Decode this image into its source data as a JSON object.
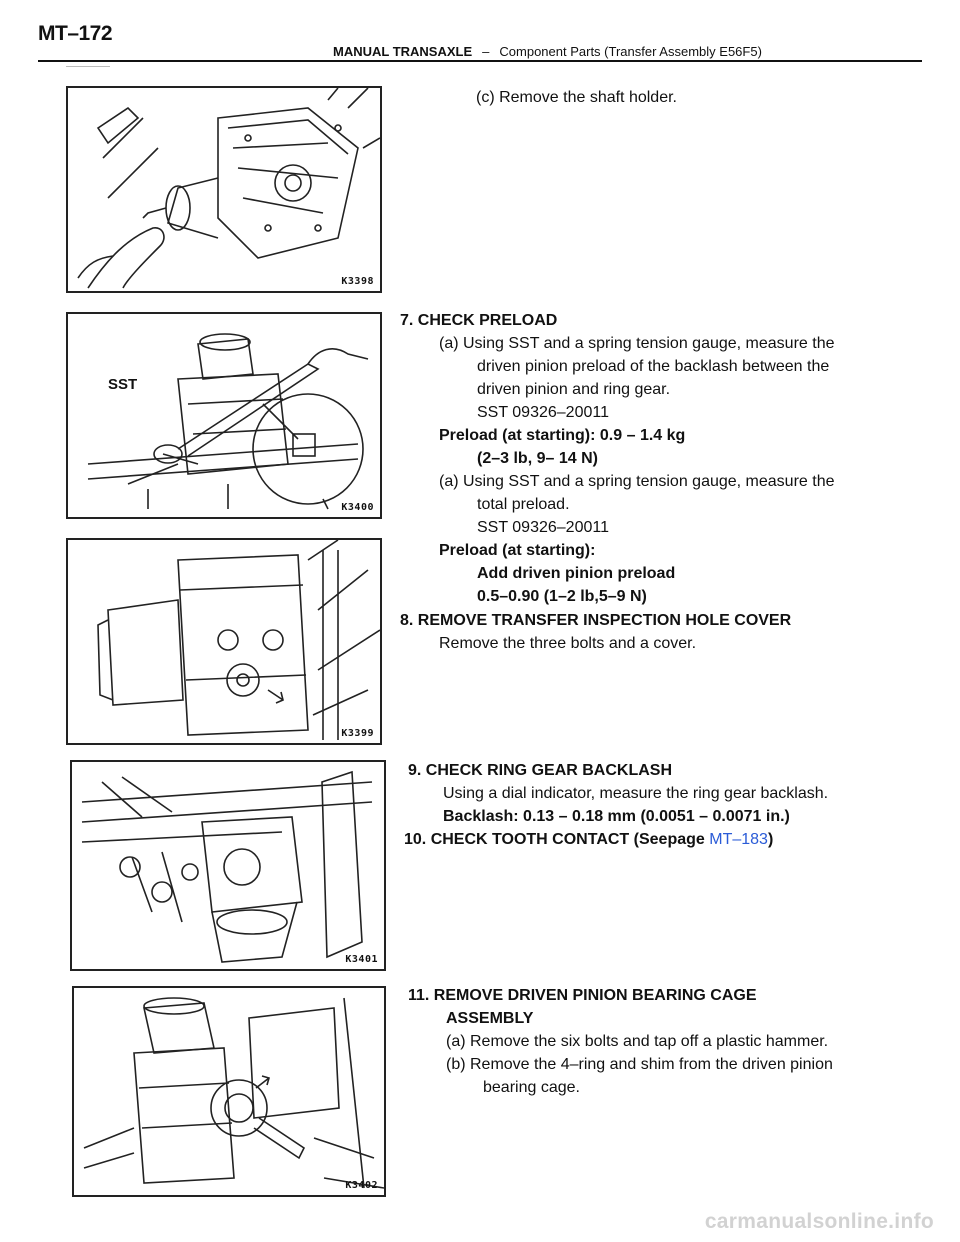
{
  "page_number": "MT–172",
  "header": {
    "section": "MANUAL TRANSAXLE",
    "separator": "–",
    "subsection": "Component Parts (Transfer Assembly E56F5)"
  },
  "figures": [
    {
      "code": "K3398"
    },
    {
      "code": "K3400",
      "label": "SST"
    },
    {
      "code": "K3399"
    },
    {
      "code": "K3401"
    },
    {
      "code": "K3402"
    }
  ],
  "steps": {
    "s6c": "(c) Remove the shaft holder.",
    "s7": {
      "title": "7. CHECK PRELOAD",
      "a1_line1": "(a) Using SST and a spring tension gauge, measure the",
      "a1_line2": "driven pinion preload of the backlash between the",
      "a1_line3": "driven pinion and ring gear.",
      "a1_sst": "SST  09326–20011",
      "spec1_line1": "Preload (at starting): 0.9 – 1.4 kg",
      "spec1_line2": "(2–3 lb, 9– 14 N)",
      "a2_line1": "(a) Using SST and a spring tension gauge, measure the",
      "a2_line2": "total preload.",
      "a2_sst": "SST  09326–20011",
      "spec2_line1": "Preload (at starting):",
      "spec2_line2": "Add driven pinion preload",
      "spec2_line3": "0.5–0.90 (1–2 lb,5–9 N)"
    },
    "s8": {
      "title": "8. REMOVE TRANSFER INSPECTION HOLE COVER",
      "body": "Remove the three bolts and a cover."
    },
    "s9": {
      "title": "9. CHECK RING GEAR BACKLASH",
      "body": "Using a dial indicator, measure the ring gear backlash.",
      "spec": "Backlash: 0.13 – 0.18 mm (0.0051 – 0.0071 in.)"
    },
    "s10": {
      "title_prefix": "10. CHECK TOOTH CONTACT (Seepage ",
      "link": "MT–183",
      "title_suffix": ")"
    },
    "s11": {
      "title_line1": "11. REMOVE DRIVEN PINION BEARING CAGE",
      "title_line2": "ASSEMBLY",
      "a": "(a) Remove the six bolts and tap off a plastic hammer.",
      "b_line1": "(b) Remove the 4–ring and shim from the driven pinion",
      "b_line2": "bearing cage."
    }
  },
  "watermark": "carmanualsonline.info"
}
